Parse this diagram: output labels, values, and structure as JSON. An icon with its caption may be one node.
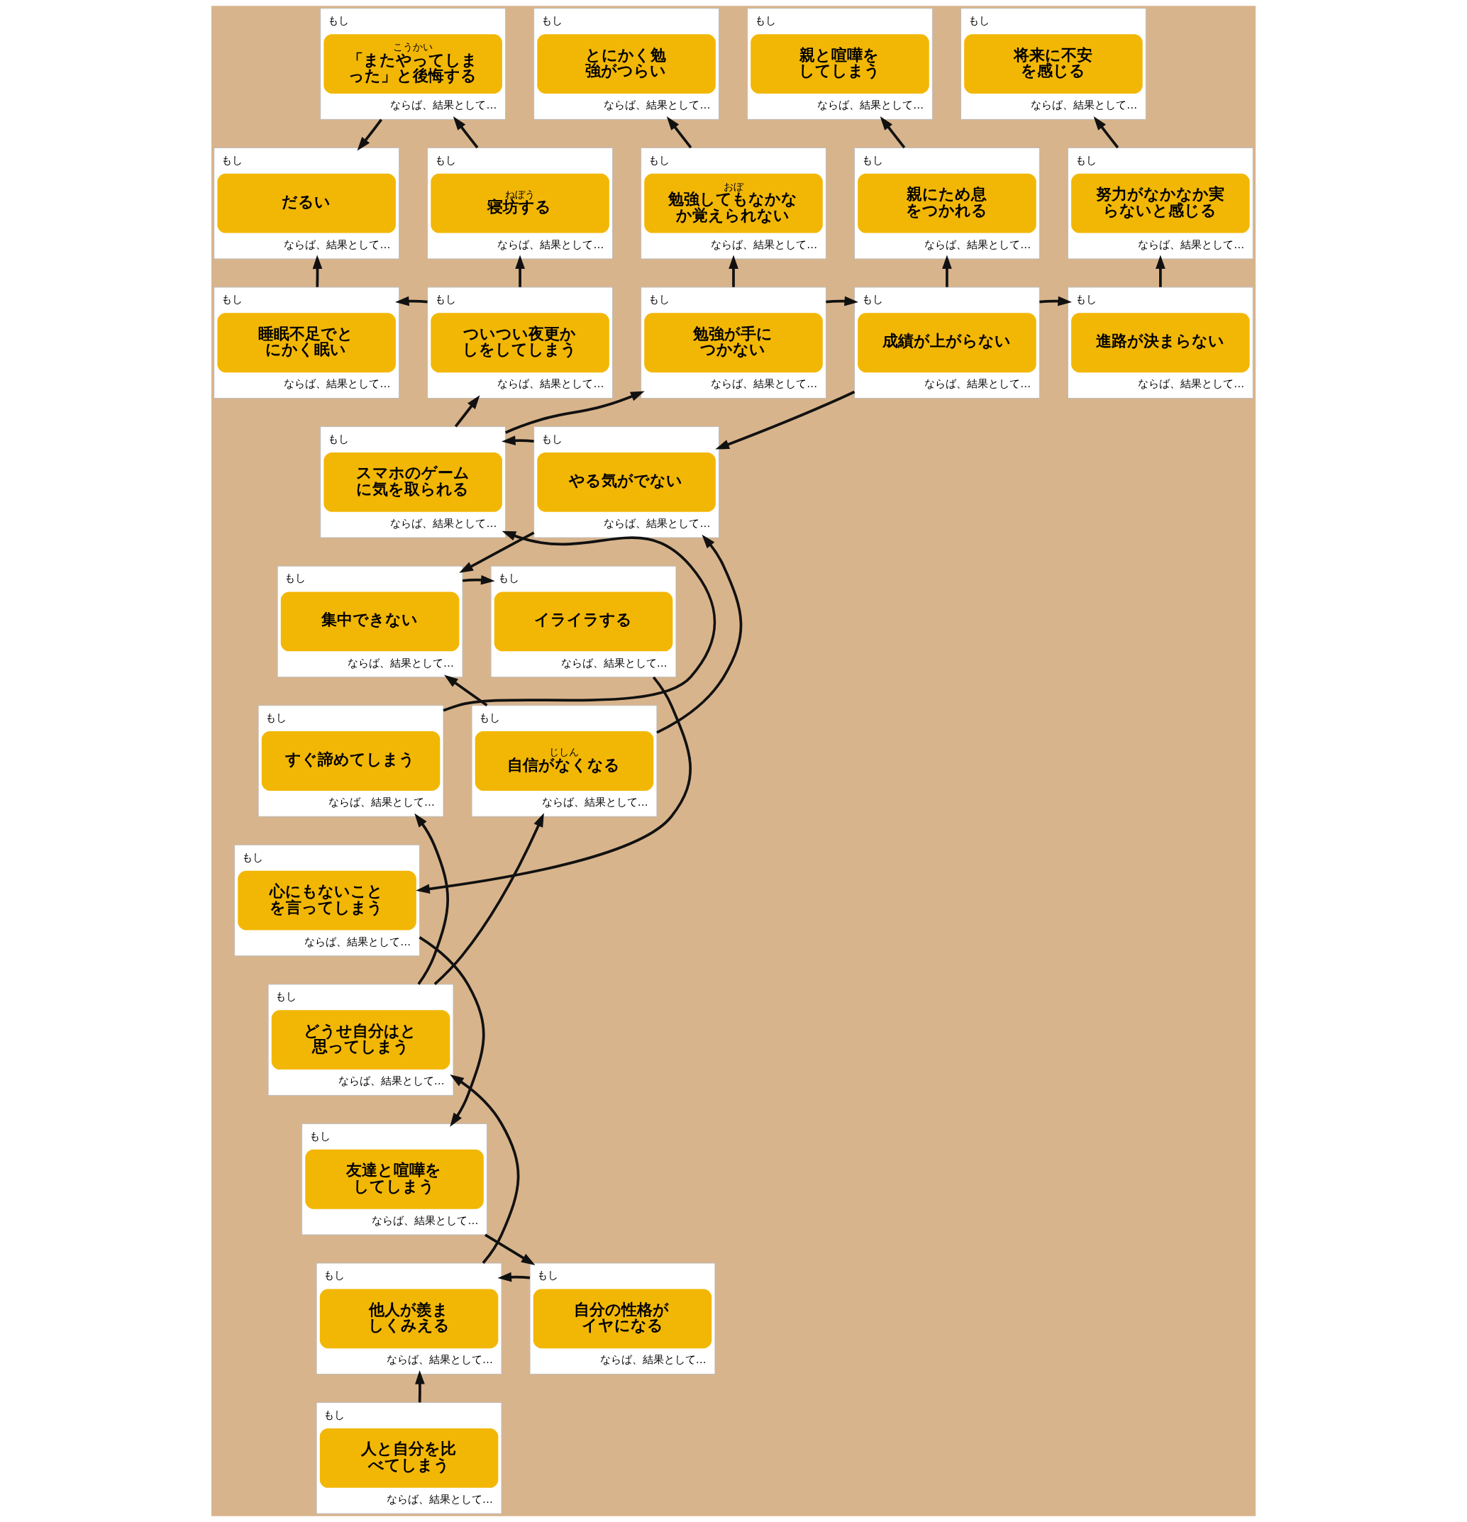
{
  "diagram": {
    "nodes": [
      {
        "text": [
          "もし",
          "こうかい",
          "「またやってしまった」と後悔する",
          "ならば、結果として…"
        ]
      },
      {
        "text": [
          "もし",
          "とにかく勉強がつらい",
          "ならば、結果として…"
        ]
      },
      {
        "text": [
          "もし",
          "親と喧嘩をしてしまう",
          "ならば、結果として…"
        ]
      },
      {
        "text": [
          "もし",
          "将来に不安を感じる",
          "ならば、結果として…"
        ]
      },
      {
        "text": [
          "もし",
          "だるい",
          "ならば、結果として…"
        ]
      },
      {
        "text": [
          "もし",
          "ねぼう",
          "寝坊する",
          "ならば、結果として…"
        ]
      },
      {
        "text": [
          "もし",
          "おぼ",
          "勉強してもなかなか覚えられない",
          "ならば、結果として…"
        ]
      },
      {
        "text": [
          "もし",
          "親にため息をつかれる",
          "ならば、結果として…"
        ]
      },
      {
        "text": [
          "もし",
          "努力がなかなか実らないと感じる",
          "ならば、結果として…"
        ]
      },
      {
        "text": [
          "もし",
          "睡眠不足でとにかく眠い",
          "ならば、結果として…"
        ]
      },
      {
        "text": [
          "もし",
          "ついつい夜更かしをしてしまう",
          "ならば、結果として…"
        ]
      },
      {
        "text": [
          "もし",
          "勉強が手につかない",
          "ならば、結果として…"
        ]
      },
      {
        "text": [
          "もし",
          "成績が上がらない",
          "ならば、結果として…"
        ]
      },
      {
        "text": [
          "もし",
          "進路が決まらない",
          "ならば、結果として…"
        ]
      },
      {
        "text": [
          "もし",
          "スマホのゲームに気を取られる",
          "ならば、結果として…"
        ]
      },
      {
        "text": [
          "もし",
          "やる気がでない",
          "ならば、結果として…"
        ]
      },
      {
        "text": [
          "もし",
          "集中できない",
          "ならば、結果として…"
        ]
      },
      {
        "text": [
          "もし",
          "イライラする",
          "ならば、結果として…"
        ]
      },
      {
        "text": [
          "もし",
          "すぐ諦めてしまう",
          "ならば、結果として…"
        ]
      },
      {
        "text": [
          "もし",
          "じしん",
          "自信がなくなる",
          "ならば、結果として…"
        ]
      },
      {
        "text": [
          "もし",
          "心にもないことを言ってしまう",
          "ならば、結果として…"
        ]
      },
      {
        "text": [
          "もし",
          "どうせ自分はと思ってしまう",
          "ならば、結果として…"
        ]
      },
      {
        "text": [
          "もし",
          "友達と喧嘩をしてしまう",
          "ならば、結果として…"
        ]
      },
      {
        "text": [
          "もし",
          "他人が羨ましくみえる",
          "ならば、結果として…"
        ]
      },
      {
        "text": [
          "もし",
          "自分の性格がイヤになる",
          "ならば、結果として…"
        ]
      },
      {
        "text": [
          "もし",
          "人と自分を比べてしまう",
          "ならば、結果として…"
        ]
      }
    ],
    "edges": [
      {
        "from": 25,
        "to": 23,
        "arrow": "to"
      },
      {
        "from": 23,
        "to": 21,
        "arrow": "to"
      },
      {
        "from": 21,
        "to": 18,
        "arrow": "to"
      },
      {
        "from": 21,
        "to": 19,
        "arrow": "to"
      },
      {
        "from": 18,
        "to": 14,
        "arrow": "to"
      },
      {
        "from": 19,
        "to": 15,
        "arrow": "to"
      },
      {
        "from": 19,
        "to": 16,
        "arrow": "to"
      },
      {
        "from": 15,
        "to": 14,
        "arrow": "to"
      },
      {
        "from": 15,
        "to": 16,
        "arrow": "to"
      },
      {
        "from": 16,
        "to": 17,
        "arrow": "to"
      },
      {
        "from": 17,
        "to": 20,
        "arrow": "to"
      },
      {
        "from": 20,
        "to": 22,
        "arrow": "to"
      },
      {
        "from": 22,
        "to": 24,
        "arrow": "to"
      },
      {
        "from": 24,
        "to": 23,
        "arrow": "to"
      },
      {
        "from": 14,
        "to": 10,
        "arrow": "to"
      },
      {
        "from": 14,
        "to": 11,
        "arrow": "to"
      },
      {
        "from": 10,
        "to": 9,
        "arrow": "to"
      },
      {
        "from": 10,
        "to": 5,
        "arrow": "to"
      },
      {
        "from": 9,
        "to": 4,
        "arrow": "to"
      },
      {
        "from": 5,
        "to": 0,
        "arrow": "to"
      },
      {
        "from": 0,
        "to": 4,
        "arrow": "to"
      },
      {
        "from": 11,
        "to": 6,
        "arrow": "to"
      },
      {
        "from": 11,
        "to": 12,
        "arrow": "to"
      },
      {
        "from": 12,
        "to": 15,
        "arrow": "to"
      },
      {
        "from": 12,
        "to": 7,
        "arrow": "to"
      },
      {
        "from": 12,
        "to": 13,
        "arrow": "to"
      },
      {
        "from": 6,
        "to": 1,
        "arrow": "to"
      },
      {
        "from": 7,
        "to": 2,
        "arrow": "to"
      },
      {
        "from": 13,
        "to": 8,
        "arrow": "to"
      },
      {
        "from": 8,
        "to": 3,
        "arrow": "to"
      }
    ]
  }
}
